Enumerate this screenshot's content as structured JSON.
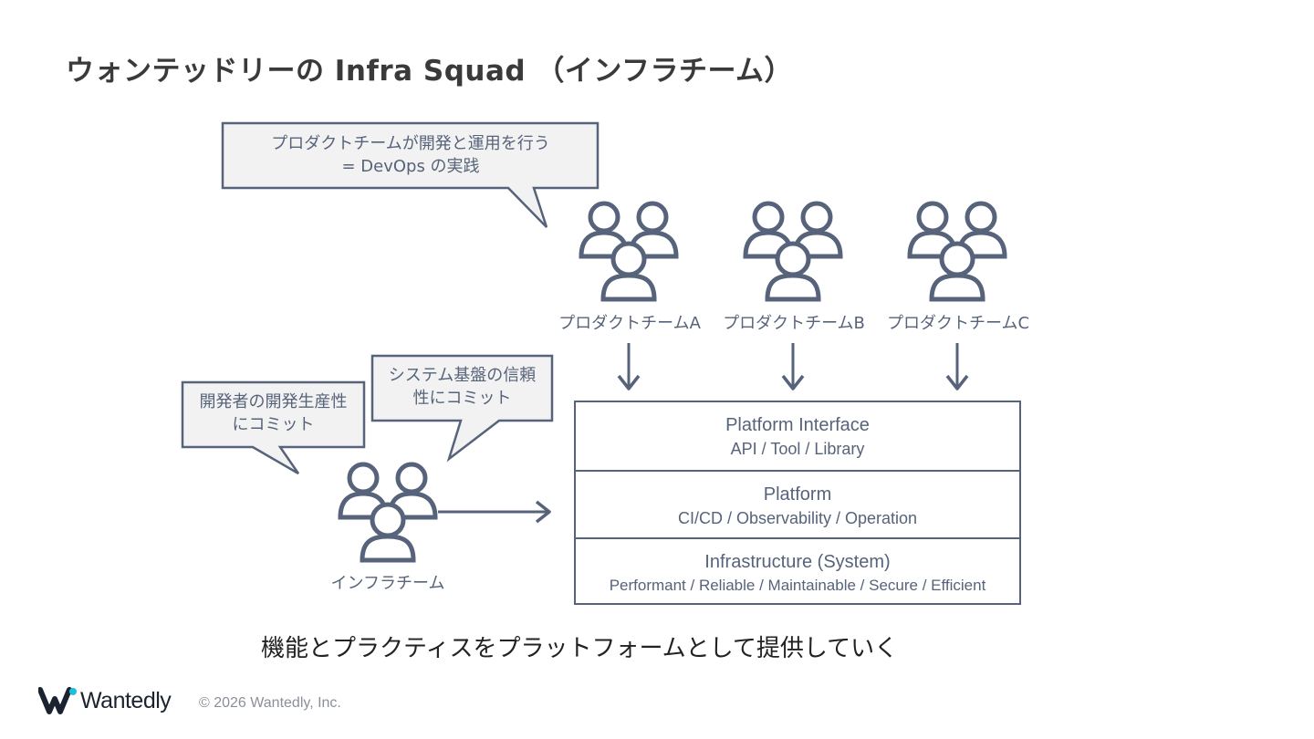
{
  "title": "ウォンテッドリーの Infra Squad （インフラチーム）",
  "bubbles": {
    "devops": {
      "line1": "プロダクトチームが開発と運用を行う",
      "line2": "= DevOps の実践"
    },
    "productivity": {
      "line1": "開発者の開発生産性",
      "line2": "にコミット"
    },
    "reliability": {
      "line1": "システム基盤の信頼",
      "line2": "性にコミット"
    }
  },
  "teams": {
    "a": "プロダクトチームA",
    "b": "プロダクトチームB",
    "c": "プロダクトチームC",
    "infra": "インフラチーム"
  },
  "layers": [
    {
      "title": "Platform Interface",
      "subtitle": "API / Tool / Library"
    },
    {
      "title": "Platform",
      "subtitle": "CI/CD / Observability / Operation"
    },
    {
      "title": "Infrastructure (System)",
      "subtitle": "Performant / Reliable / Maintainable / Secure / Efficient"
    }
  ],
  "tagline": "機能とプラクティスをプラットフォームとして提供していく",
  "footer": {
    "brand": "Wantedly",
    "copyright": "© 2026 Wantedly, Inc."
  },
  "colors": {
    "diagram": "#56637a",
    "brand_dot": "#21bddb"
  }
}
